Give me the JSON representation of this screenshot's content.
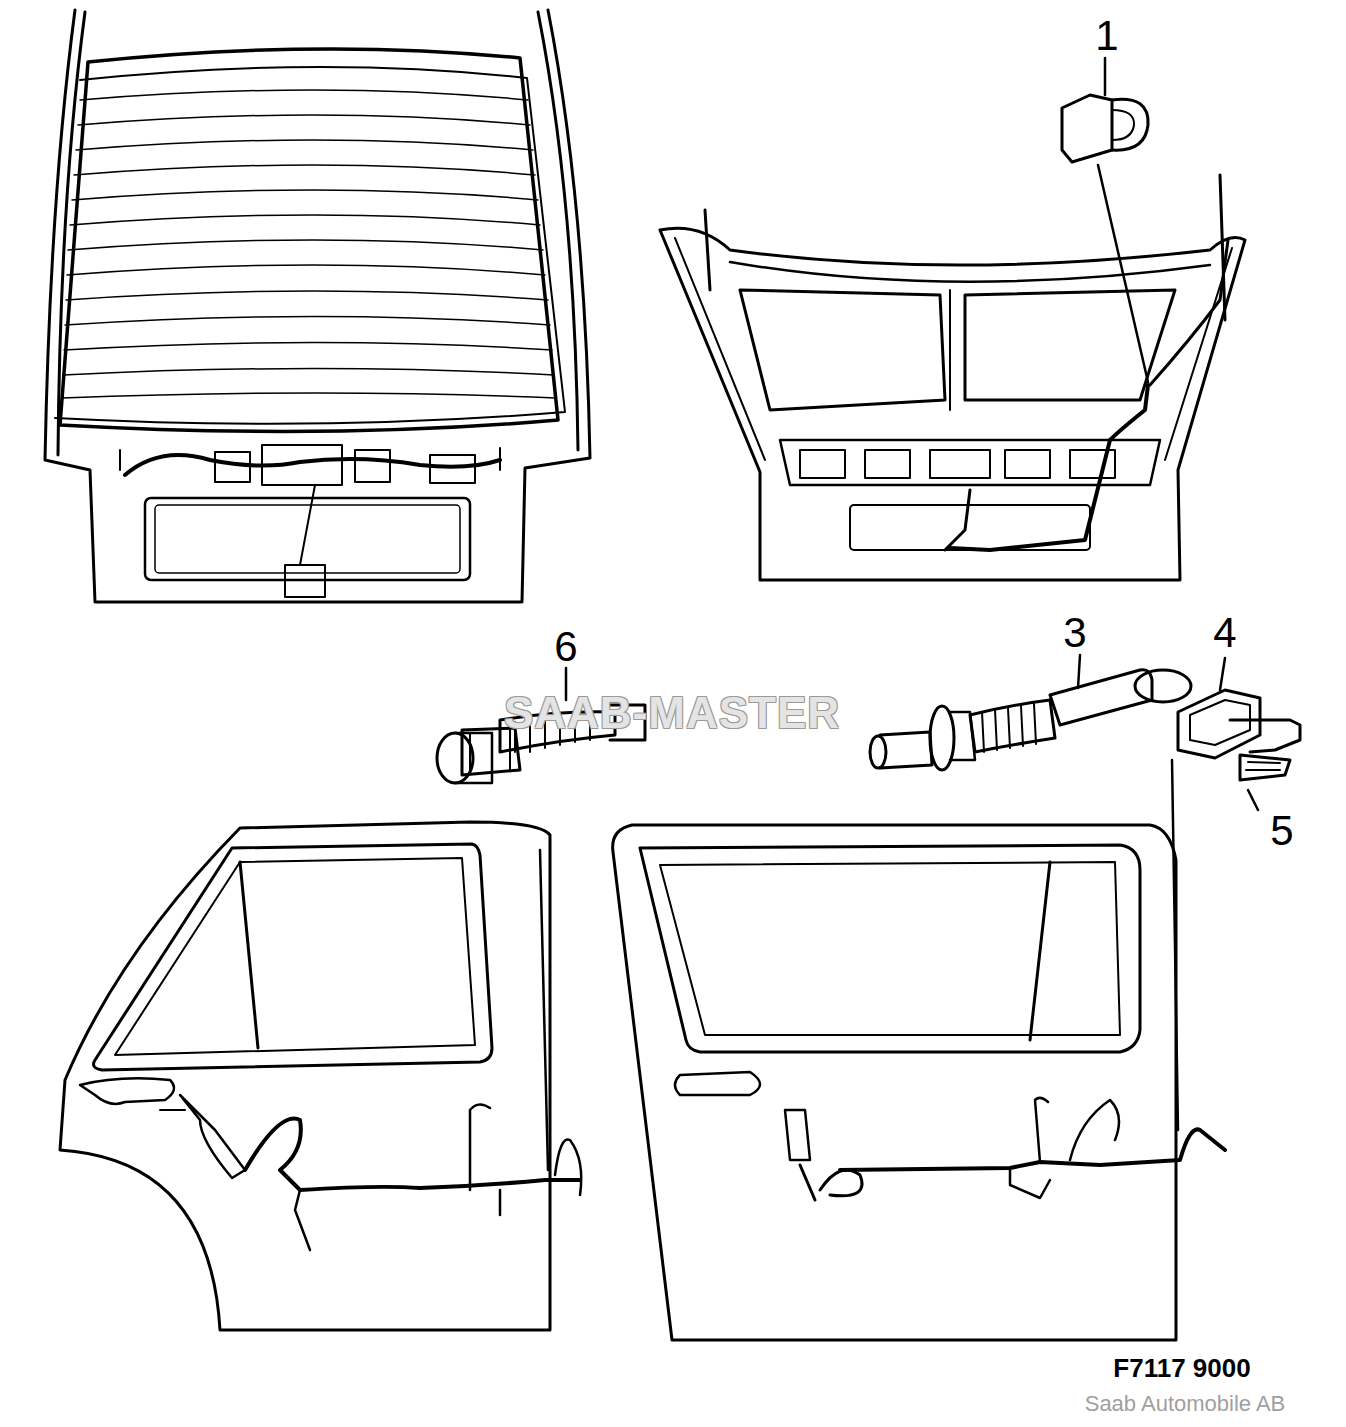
{
  "diagram": {
    "labels": [
      "1",
      "3",
      "4",
      "5",
      "6",
      "SAAB-MASTER",
      "F7117 9000",
      "Saab Automobile AB"
    ]
  }
}
